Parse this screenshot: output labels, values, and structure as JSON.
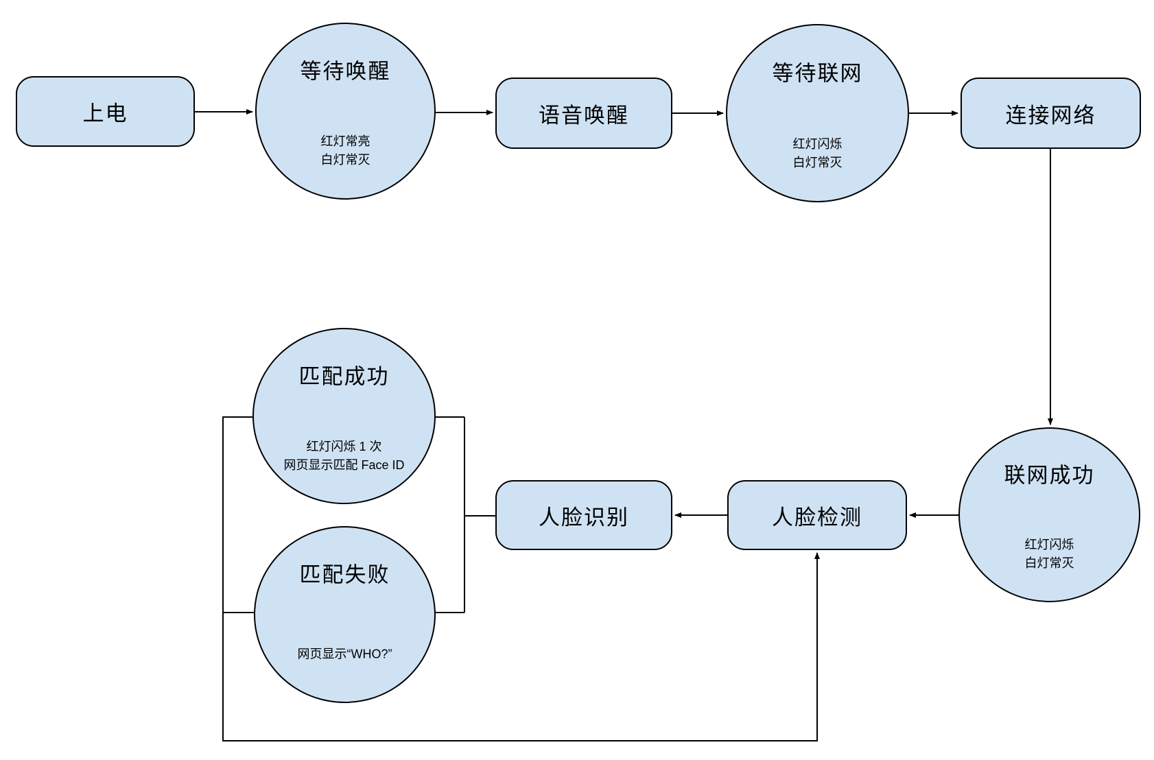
{
  "diagram": {
    "title": "device-state-flowchart",
    "colors": {
      "node_fill": "#cfe2f3",
      "node_stroke": "#000000",
      "connector": "#000000",
      "background": "#ffffff"
    },
    "nodes": {
      "power_on": {
        "label": "上电"
      },
      "wait_wake": {
        "label": "等待唤醒",
        "sublabel": "红灯常亮\n白灯常灭"
      },
      "voice_wake": {
        "label": "语音唤醒"
      },
      "wait_network": {
        "label": "等待联网",
        "sublabel": "红灯闪烁\n白灯常灭"
      },
      "connect_network": {
        "label": "连接网络"
      },
      "network_success": {
        "label": "联网成功",
        "sublabel": "红灯闪烁\n白灯常灭"
      },
      "face_detect": {
        "label": "人脸检测"
      },
      "face_recognize": {
        "label": "人脸识别"
      },
      "match_success": {
        "label": "匹配成功",
        "sublabel": "红灯闪烁 1 次\n网页显示匹配 Face ID"
      },
      "match_fail": {
        "label": "匹配失败",
        "sublabel": "网页显示“WHO?”"
      }
    }
  }
}
